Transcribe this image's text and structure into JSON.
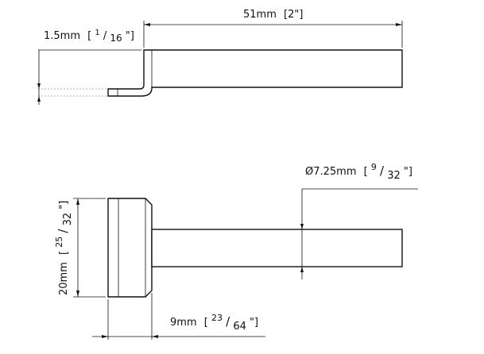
{
  "drawing": {
    "side_view": {
      "length_dim": {
        "metric": "51mm",
        "imperial": "[2\"]"
      },
      "thickness_dim": {
        "metric": "1.5mm",
        "bracket_open": "[",
        "num": "1",
        "den": "16",
        "bracket_close": "\"]"
      }
    },
    "top_view": {
      "diameter_dim": {
        "prefix": "Ø7.25mm",
        "bracket_open": "[",
        "num": "9",
        "den": "32",
        "bracket_close": "\"]"
      },
      "height_dim": {
        "metric": "20mm",
        "bracket_open": "[",
        "num": "25",
        "den": "32",
        "bracket_close": "\"]"
      },
      "width_dim": {
        "metric": "9mm",
        "bracket_open": "[",
        "num": "23",
        "den": "64",
        "bracket_close": "\"]"
      }
    }
  }
}
